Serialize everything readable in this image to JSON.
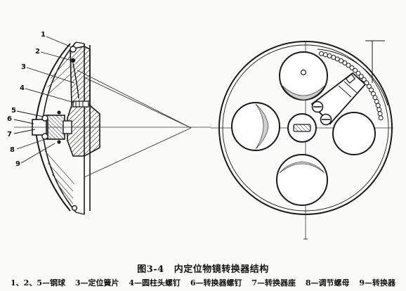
{
  "caption": {
    "figure_number": "图3-4",
    "title": "内定位物镜转换器结构"
  },
  "legend": [
    "1、2、5—钢球",
    "3—定位簧片",
    "4—圆柱头螺钉",
    "6—转换器螺钉",
    "7—转换器座",
    "8—调节螺母",
    "9—转换器"
  ],
  "part_labels": [
    "1",
    "2",
    "3",
    "4",
    "5",
    "6",
    "7",
    "8",
    "9"
  ],
  "colors": {
    "ink": "#1a1a1a",
    "paper": "#fbfbf9"
  }
}
